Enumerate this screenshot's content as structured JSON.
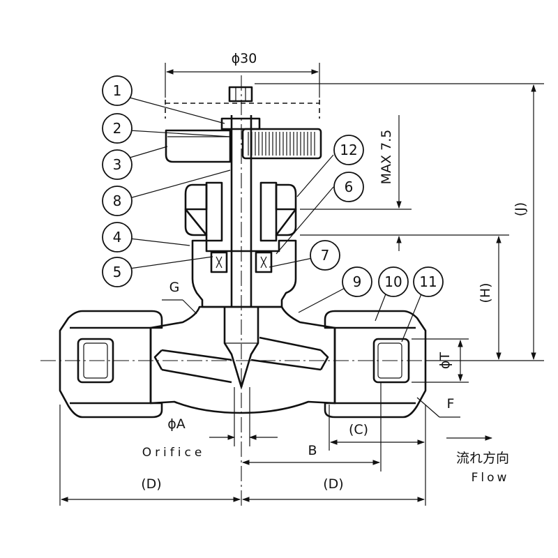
{
  "balloons": [
    {
      "id": "1",
      "label": "1"
    },
    {
      "id": "2",
      "label": "2"
    },
    {
      "id": "3",
      "label": "3"
    },
    {
      "id": "8",
      "label": "8"
    },
    {
      "id": "4",
      "label": "4"
    },
    {
      "id": "5",
      "label": "5"
    },
    {
      "id": "12",
      "label": "12"
    },
    {
      "id": "6",
      "label": "6"
    },
    {
      "id": "7",
      "label": "7"
    },
    {
      "id": "9",
      "label": "9"
    },
    {
      "id": "10",
      "label": "10"
    },
    {
      "id": "11",
      "label": "11"
    }
  ],
  "dimensions": {
    "phi30": "ϕ30",
    "max75": "MAX 7.5",
    "J": "(J)",
    "H": "(H)",
    "phiT": "ϕT",
    "F": "F",
    "G": "G",
    "phiA": "ϕA",
    "orifice": "Orifice",
    "B": "B",
    "C": "(C)",
    "D_left": "(D)",
    "D_right": "(D)"
  },
  "flow": {
    "jp": "流れ方向",
    "en": "Flow"
  }
}
